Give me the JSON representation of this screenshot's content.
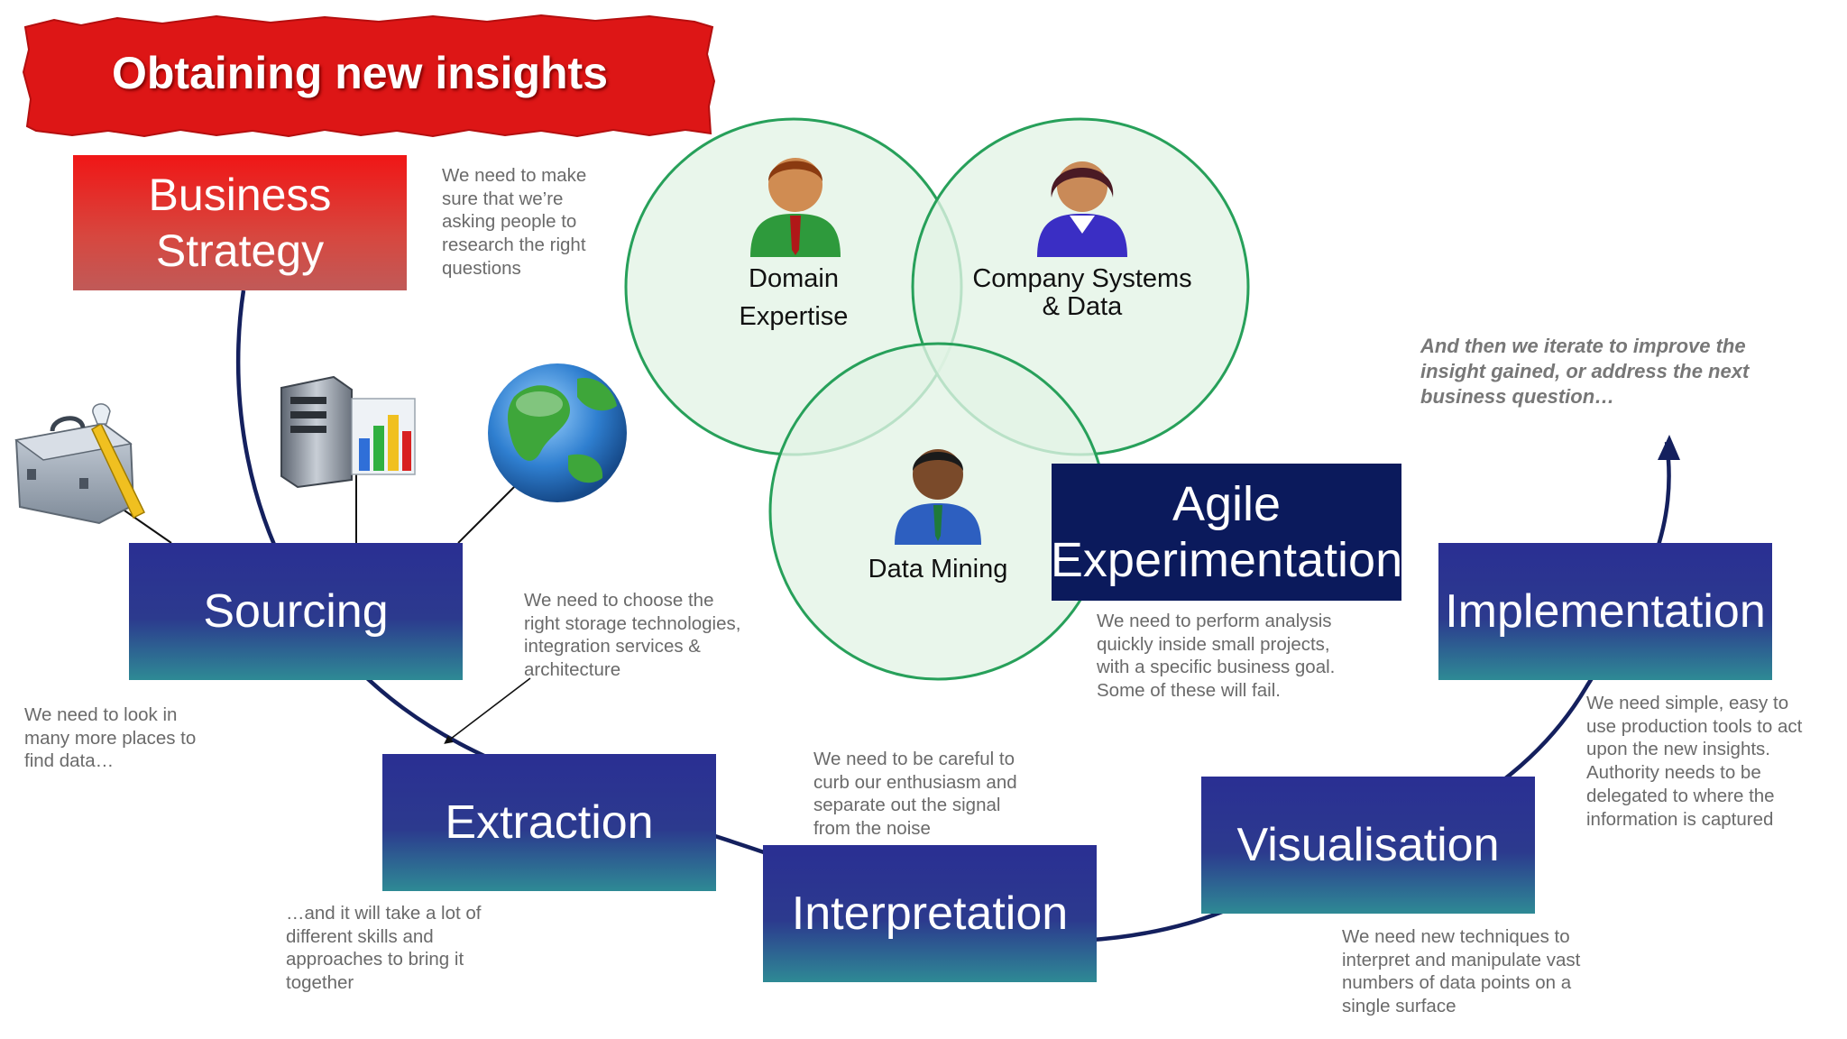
{
  "title": "Obtaining new insights",
  "strategy": {
    "line1": "Business",
    "line2": "Strategy"
  },
  "notes": {
    "strategy": "We need to make\nsure that we’re\nasking people to\nresearch the right\nquestions",
    "sourcing": "We need to look in\nmany more places to\nfind data…",
    "storage": "We need to choose the\nright storage technologies,\nintegration services &\narchitecture",
    "skills": "…and it will take a lot of\ndifferent skills and\napproaches to bring it\ntogether",
    "interpretation": "We need to be careful to\ncurb our enthusiasm and\nseparate out the signal\nfrom the noise",
    "agile": "We need to perform analysis\nquickly inside small projects,\nwith a specific business goal.\nSome of these will fail.",
    "visualisation": "We need new techniques to\ninterpret and manipulate vast\nnumbers of data points on a\nsingle surface",
    "implementation": "We need simple, easy to\nuse production tools to act\nupon the new insights.\nAuthority needs to be\ndelegated to where the\ninformation is captured",
    "iterate": "And then we iterate to improve the\ninsight gained, or address the next\nbusiness question…"
  },
  "stages": {
    "sourcing": "Sourcing",
    "extraction": "Extraction",
    "interpretation": "Interpretation",
    "visualisation": "Visualisation",
    "implementation": "Implementation"
  },
  "agile": {
    "line1": "Agile",
    "line2": "Experimentation"
  },
  "venn": {
    "domain": "Domain\nExpertise",
    "company": "Company Systems\n& Data",
    "mining": "Data Mining"
  },
  "colors": {
    "banner_red": "#e01818",
    "stage_blue": "#2a2f93",
    "agile_navy": "#0b1a5c",
    "venn_fill": "#e3f3e6",
    "venn_stroke": "#27a05a",
    "arc_navy": "#14205e"
  },
  "icons": [
    "toolbox-icon",
    "server-chart-icon",
    "globe-icon",
    "businessman-green-icon",
    "businesswoman-purple-icon",
    "businessman-blue-icon"
  ]
}
